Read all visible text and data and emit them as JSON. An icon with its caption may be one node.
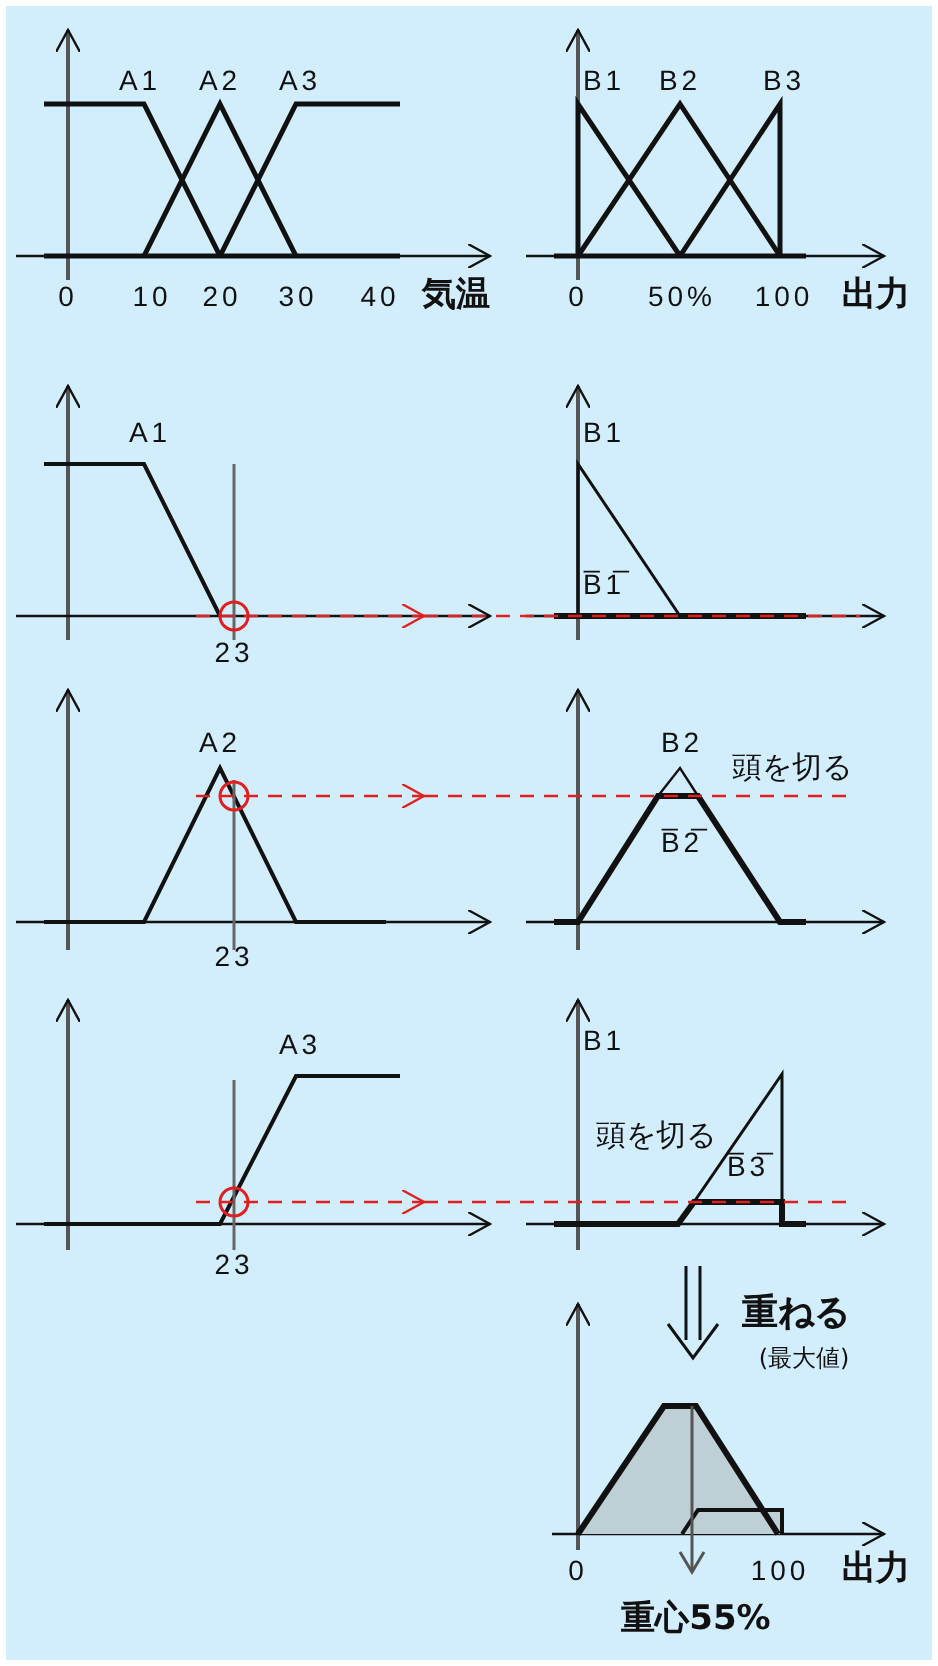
{
  "diagram": {
    "labels": [
      "A1",
      "A2",
      "A3",
      "B1",
      "B2",
      "B3",
      "0",
      "10",
      "20",
      "30",
      "40",
      "気温",
      "0",
      "50%",
      "100",
      "出力",
      "A1",
      "B1",
      "B̅1̅",
      "23",
      "A2",
      "B2",
      "頭を切る",
      "B̅2̅",
      "23",
      "A3",
      "B1",
      "頭を切る",
      "B̅3̅",
      "23",
      "重ねる",
      "(最大値)",
      "0",
      "100",
      "出力",
      "重心55%"
    ]
  }
}
